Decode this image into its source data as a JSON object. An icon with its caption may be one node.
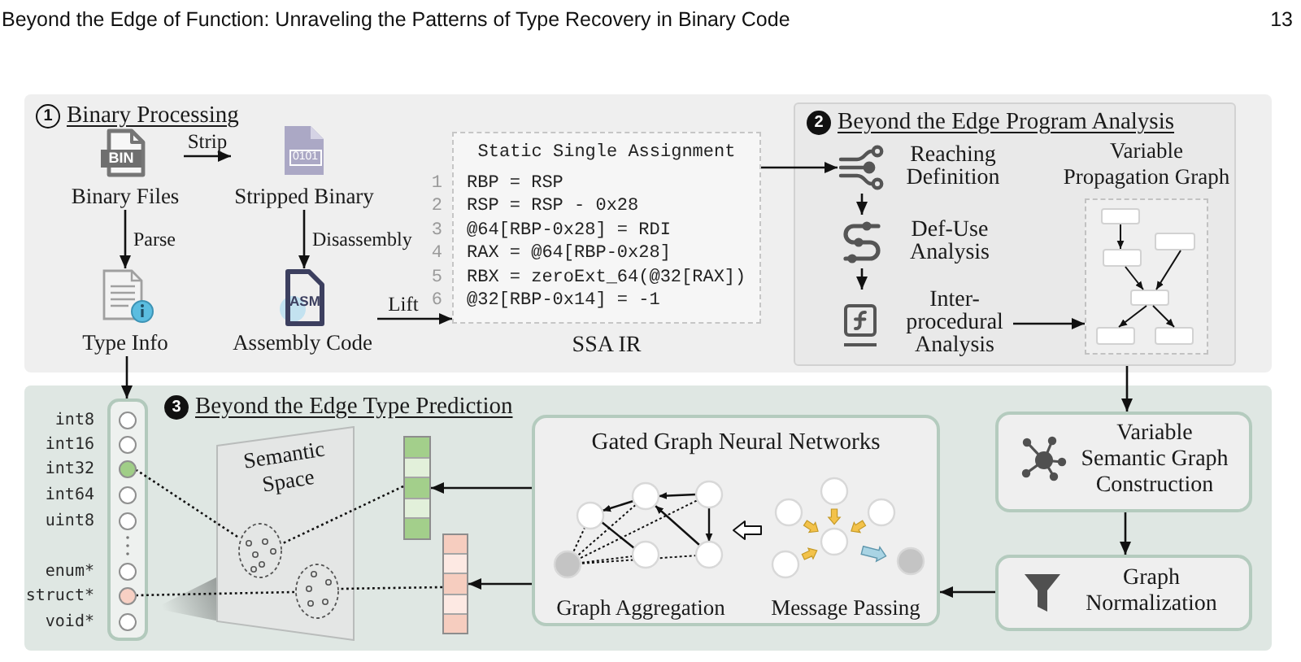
{
  "diagram": {
    "title": "Beyond the Edge of Function: Unraveling the Patterns of Type Recovery in Binary Code",
    "nodes": [
      {
        "text": [
          "1",
          "Binary Processing"
        ]
      },
      {
        "text": [
          "BIN",
          "Binary Files"
        ],
        "in": 0
      },
      {
        "text": [
          "0101",
          "Stripped Binary"
        ],
        "in": 0
      },
      {
        "text": [
          "Type Info"
        ],
        "in": 0
      },
      {
        "text": [
          "ASM",
          "Assembly Code"
        ],
        "in": 0
      },
      {
        "text": [
          "Static Single Assignment",
          "RBP = RSP",
          "RSP = RSP - 0x28",
          "@64[RBP-0x28] = RDI",
          "RAX = @64[RBP-0x28]",
          "RBX = zeroExt_64(@32[RAX])",
          "@32[RBP-0x14] = -1"
        ],
        "beside": [
          "1",
          "2",
          "3",
          "4",
          "5",
          "6",
          "SSA IR"
        ],
        "in": 0
      },
      {
        "text": [
          "2",
          "Beyond the Edge Program Analysis"
        ],
        "in": 0
      },
      {
        "text": [
          "Reaching Definition"
        ],
        "in": 6
      },
      {
        "text": [
          "Def-Use Analysis"
        ],
        "in": 6
      },
      {
        "text": [
          "Inter-procedural Analysis"
        ],
        "in": 6
      },
      {
        "text": [
          "Variable Propagation Graph"
        ],
        "in": 6
      },
      {
        "text": [],
        "shape": "box",
        "in": 10
      },
      {
        "text": [],
        "shape": "box",
        "in": 10
      },
      {
        "text": [],
        "shape": "box",
        "in": 10
      },
      {
        "text": [],
        "shape": "box",
        "in": 10
      },
      {
        "text": [],
        "shape": "box",
        "in": 10
      },
      {
        "text": [],
        "shape": "box",
        "in": 10
      },
      {
        "text": [
          "3",
          "Beyond the Edge Type Prediction"
        ]
      },
      {
        "text": [],
        "shape": "bar",
        "in": 17
      },
      {
        "text": [],
        "shape": "circle",
        "beside": [
          "int8"
        ],
        "in": 18
      },
      {
        "text": [],
        "shape": "circle",
        "beside": [
          "int16"
        ],
        "in": 18
      },
      {
        "text": [],
        "shape": "circle",
        "beside": [
          "int32"
        ],
        "in": 18
      },
      {
        "text": [],
        "shape": "circle",
        "beside": [
          "int64"
        ],
        "in": 18
      },
      {
        "text": [],
        "shape": "circle",
        "beside": [
          "uint8"
        ],
        "in": 18
      },
      {
        "text": [],
        "shape": "circle",
        "beside": [
          "enum*"
        ],
        "in": 18
      },
      {
        "text": [],
        "shape": "circle",
        "beside": [
          "struct*"
        ],
        "in": 18
      },
      {
        "text": [],
        "shape": "circle",
        "beside": [
          "void*"
        ],
        "in": 18
      },
      {
        "text": [
          "Semantic Space"
        ],
        "in": 17
      },
      {
        "text": [],
        "shape": "ellipse",
        "in": 27
      },
      {
        "text": [],
        "shape": "ellipse",
        "in": 27
      },
      {
        "text": [],
        "shape": "bar",
        "in": 17
      },
      {
        "text": [],
        "shape": "bar",
        "in": 17
      },
      {
        "text": [
          "Gated Graph Neural Networks"
        ],
        "in": 17
      },
      {
        "text": [
          "Graph Aggregation"
        ],
        "in": 32
      },
      {
        "text": [
          "Message Passing"
        ],
        "in": 32
      },
      {
        "text": [
          "Variable Semantic Graph Construction"
        ],
        "in": 17
      },
      {
        "text": [
          "Graph Normalization"
        ],
        "in": 17
      }
    ],
    "edges": [
      {
        "from": 1,
        "to": 2,
        "arrow": "to",
        "label": "Strip"
      },
      {
        "from": 1,
        "to": 3,
        "arrow": "to",
        "label": "Parse"
      },
      {
        "from": 2,
        "to": 4,
        "arrow": "to",
        "label": "Disassembly"
      },
      {
        "from": 4,
        "to": 5,
        "arrow": "to",
        "label": "Lift"
      },
      {
        "from": 5,
        "to": 7,
        "arrow": "to"
      },
      {
        "from": 7,
        "to": 8,
        "arrow": "to"
      },
      {
        "from": 8,
        "to": 9,
        "arrow": "to"
      },
      {
        "from": 9,
        "to": 10,
        "arrow": "to"
      },
      {
        "from": 11,
        "to": 13,
        "arrow": "to"
      },
      {
        "from": 13,
        "to": 14,
        "arrow": "to"
      },
      {
        "from": 12,
        "to": 14,
        "arrow": "to"
      },
      {
        "from": 14,
        "to": 15,
        "arrow": "to"
      },
      {
        "from": 14,
        "to": 16,
        "arrow": "to"
      },
      {
        "from": 6,
        "to": 35,
        "arrow": "to"
      },
      {
        "from": 3,
        "to": 18,
        "arrow": "to"
      },
      {
        "from": 35,
        "to": 36,
        "arrow": "to"
      },
      {
        "from": 36,
        "to": 32,
        "arrow": "to"
      },
      {
        "from": 32,
        "to": 30,
        "arrow": "to"
      },
      {
        "from": 32,
        "to": 31,
        "arrow": "to"
      },
      {
        "from": 34,
        "to": 33,
        "arrow": "to",
        "style": "thick"
      },
      {
        "from": 30,
        "to": 28,
        "arrow": "none",
        "style": "dashed"
      },
      {
        "from": 28,
        "to": 21,
        "arrow": "none",
        "style": "dashed"
      },
      {
        "from": 31,
        "to": 29,
        "arrow": "none",
        "style": "dashed"
      },
      {
        "from": 29,
        "to": 25,
        "arrow": "none",
        "style": "dashed"
      }
    ],
    "labels": [
      "13"
    ]
  }
}
